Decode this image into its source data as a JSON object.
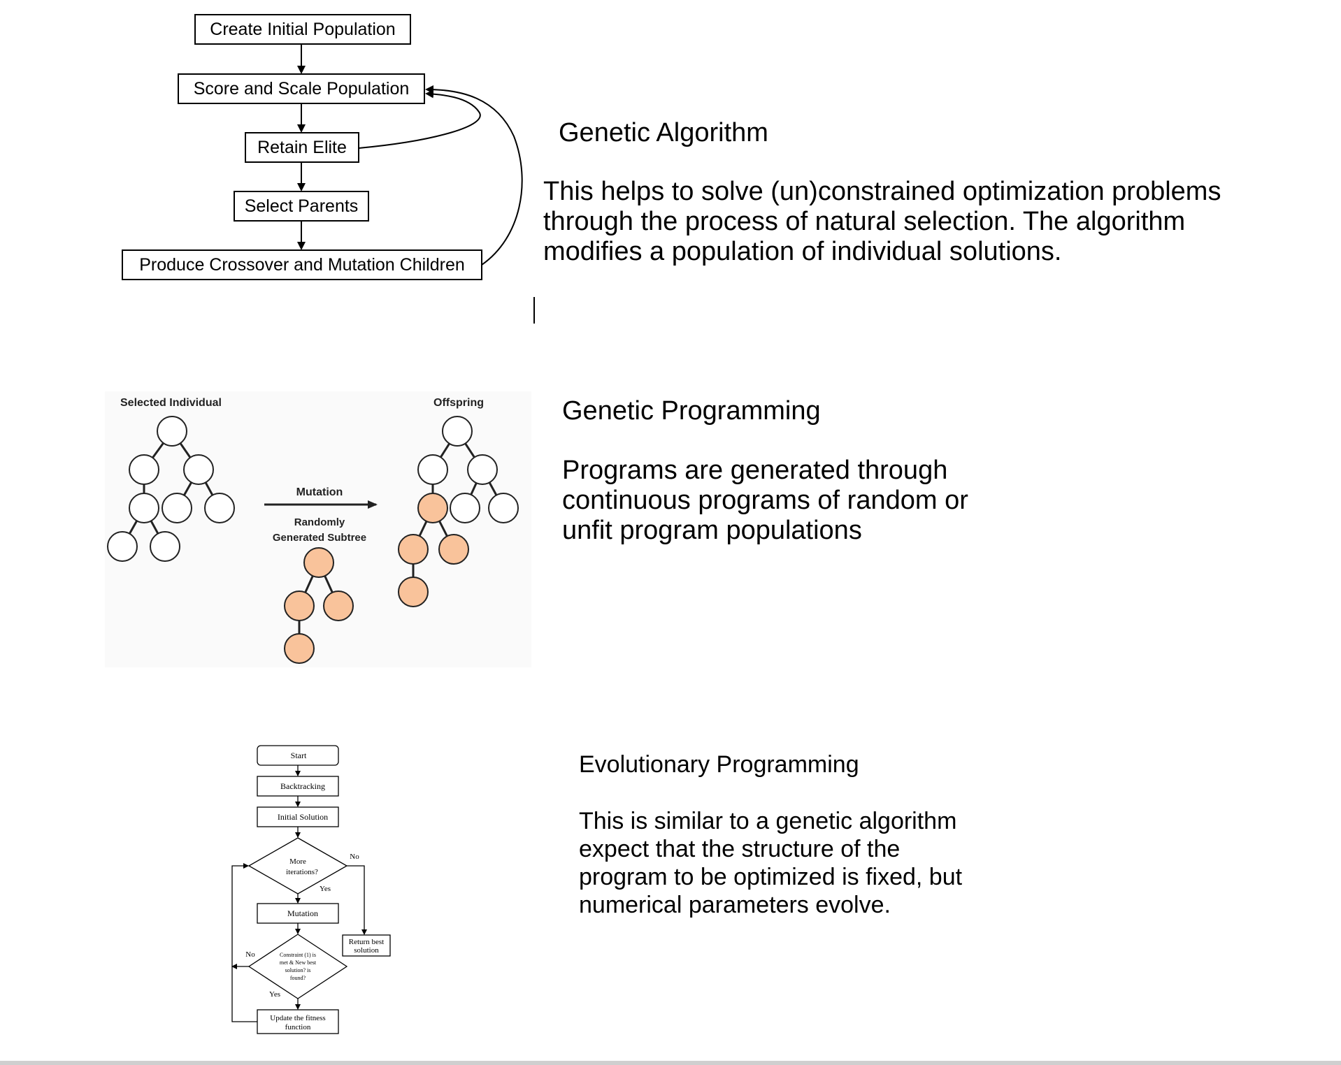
{
  "section_ga": {
    "heading": "Genetic Algorithm",
    "description": "This helps to solve (un)constrained optimization problems\nthrough the process of natural selection. The algorithm\nmodifies a population of individual solutions.",
    "flow": {
      "steps": [
        "Create Initial Population",
        "Score and Scale Population",
        "Retain Elite",
        "Select Parents",
        "Produce Crossover and Mutation Children"
      ]
    }
  },
  "section_gp": {
    "heading": "Genetic Programming",
    "description": "Programs are generated through\ncontinuous programs of random or\nunfit program populations",
    "figure": {
      "selected_label": "Selected Individual",
      "offspring_label": "Offspring",
      "arrow_label": "Mutation",
      "subtree_label_line1": "Randomly",
      "subtree_label_line2": "Generated Subtree",
      "node_fill": "#f9c39b"
    }
  },
  "section_ep": {
    "heading": "Evolutionary Programming",
    "description": "This is similar to a genetic algorithm\nexpect that the structure of the\nprogram to be optimized is fixed, but\nnumerical parameters evolve.",
    "flow": {
      "start": "Start",
      "backtracking": "Backtracking",
      "initial_solution": "Initial Solution",
      "more_iter_line1": "More",
      "more_iter_line2": "iterations?",
      "no_label_1": "No",
      "yes_label_1": "Yes",
      "mutation": "Mutation",
      "return_line1": "Return best",
      "return_line2": "solution",
      "constraint_line1": "Constraint (1) is",
      "constraint_line2": "met & New best",
      "constraint_line3": "solution? is",
      "constraint_line4": "found?",
      "no_label_2": "No",
      "yes_label_2": "Yes",
      "update_line1": "Update the fitness",
      "update_line2": "function"
    }
  }
}
